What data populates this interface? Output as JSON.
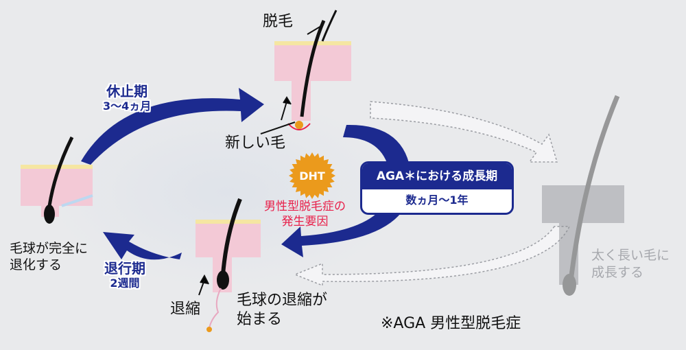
{
  "labels": {
    "shedding": "脱毛",
    "new_hair": "新しい毛",
    "bulb_regressed": [
      "毛球が完全に",
      "退化する"
    ],
    "shrink": "退縮",
    "bulb_shrinking": [
      "毛球の退縮が",
      "始まる"
    ],
    "grow_thick": [
      "太く長い毛に",
      "成長する"
    ],
    "footnote": "※AGA  男性型脱毛症"
  },
  "phases": {
    "resting": {
      "title": "休止期",
      "duration": "3〜4ヵ月"
    },
    "regression": {
      "title": "退行期",
      "duration": "2週間"
    },
    "growth": {
      "title": "AGA＊における成長期",
      "duration": "数ヵ月〜1年"
    }
  },
  "dht": {
    "badge": "DHT",
    "caption": [
      "男性型脱毛症の",
      "発生要因"
    ]
  },
  "colors": {
    "arrow": "#1c2a8f",
    "dht": "#eb9a1c",
    "caption": "#e8204a",
    "skin": "#f3c9d6"
  }
}
